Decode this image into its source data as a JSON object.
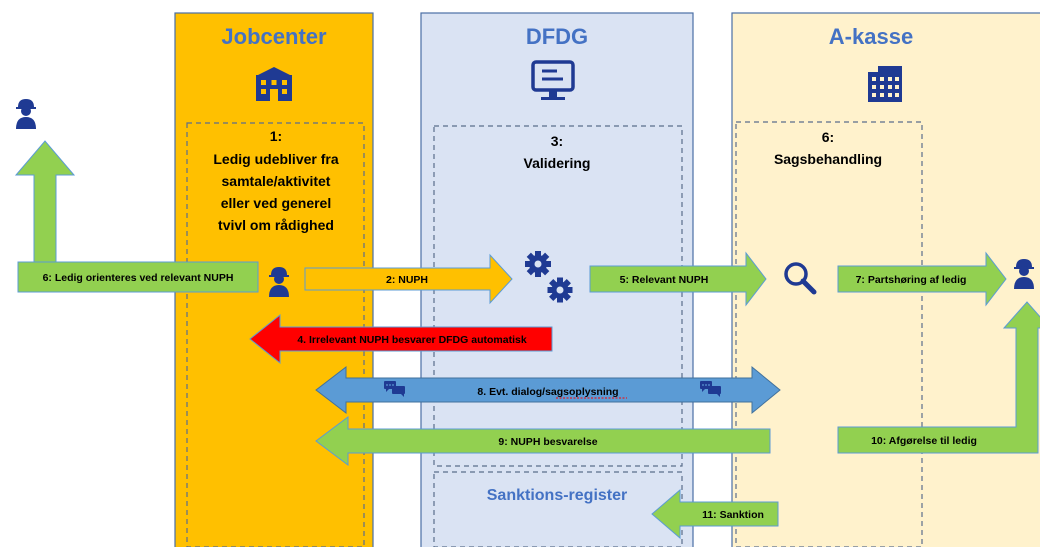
{
  "columns": {
    "jobcenter": {
      "title": "Jobcenter",
      "bg": "#ffc000"
    },
    "dfdg": {
      "title": "DFDG",
      "bg": "#dae3f3"
    },
    "akasse": {
      "title": "A-kasse",
      "bg": "#fff2cc"
    }
  },
  "boxes": {
    "step1": {
      "num": "1:",
      "lines": [
        "Ledig udebliver fra",
        "samtale/aktivitet",
        "eller ved generel",
        "tvivl om rådighed"
      ]
    },
    "step3": {
      "num": "3:",
      "line": "Validering"
    },
    "step6": {
      "num": "6:",
      "line": "Sagsbehandling"
    },
    "sanktion": {
      "label": "Sanktions-register"
    }
  },
  "arrows": {
    "a6_orient": "6: Ledig orienteres ved relevant NUPH",
    "a2": "2: NUPH",
    "a5": "5: Relevant NUPH",
    "a7": "7: Partshøring af ledig",
    "a4": "4. Irrelevant NUPH besvarer DFDG automatisk",
    "a8": "8. Evt. dialog/sagsoplysning",
    "a9": "9: NUPH besvarelse",
    "a10": "10: Afgørelse til ledig",
    "a11": "11: Sanktion"
  },
  "colors": {
    "green": "#92d050",
    "orange": "#ffc000",
    "red": "#ff0000",
    "blue": "#5b9bd5",
    "icon_blue": "#1f3a93"
  },
  "icons": [
    "building-icon",
    "monitor-icon",
    "office-building-icon",
    "person-worker-icon",
    "gears-icon",
    "magnifier-icon",
    "chat-icon"
  ]
}
